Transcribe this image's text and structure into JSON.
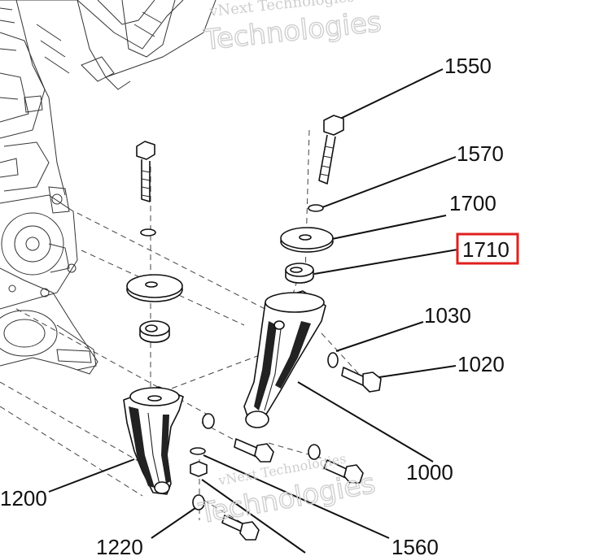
{
  "watermark": {
    "line1": "vNext Technologies",
    "line2": "Technologies"
  },
  "callouts": [
    {
      "id": "c1550",
      "label": "1550"
    },
    {
      "id": "c1570",
      "label": "1570"
    },
    {
      "id": "c1700",
      "label": "1700"
    },
    {
      "id": "c1710",
      "label": "1710",
      "highlighted": true
    },
    {
      "id": "c1030",
      "label": "1030"
    },
    {
      "id": "c1020",
      "label": "1020"
    },
    {
      "id": "c1000",
      "label": "1000"
    },
    {
      "id": "c1200",
      "label": "1200"
    },
    {
      "id": "c1220",
      "label": "1220"
    },
    {
      "id": "c1560",
      "label": "1560"
    }
  ],
  "colors": {
    "highlight": "#e0201e",
    "ink": "#111111",
    "watermark": "#c9c9c9"
  }
}
